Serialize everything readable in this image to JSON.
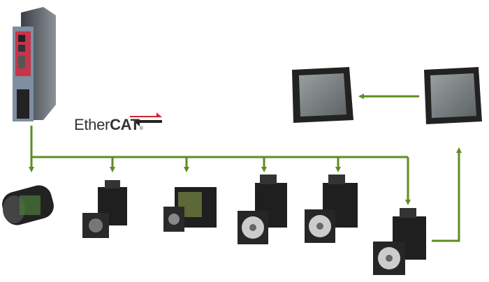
{
  "logo": {
    "prefix": "Ether",
    "bold": "CAT",
    "reg": "®"
  },
  "colors": {
    "line": "#5e8c23",
    "accent": "#d2232a"
  },
  "nodes": {
    "controller": "controller",
    "drives": [
      "drive-1",
      "drive-2",
      "drive-3",
      "drive-4",
      "drive-5",
      "drive-6"
    ],
    "hmi": [
      "hmi-panel-1",
      "hmi-panel-2"
    ]
  }
}
